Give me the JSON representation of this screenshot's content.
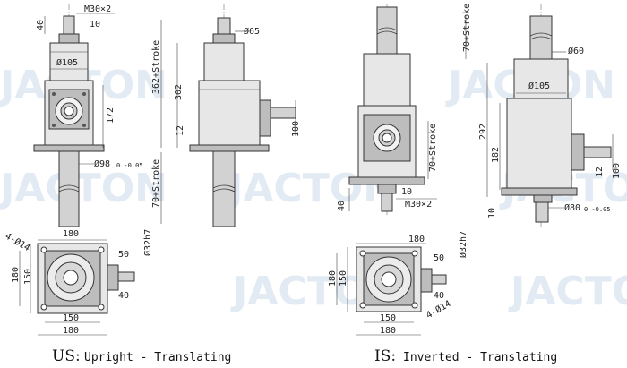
{
  "watermark": "JACTON",
  "captions": {
    "us": {
      "code": "US:",
      "text": "Upright - Translating"
    },
    "is": {
      "code": "IS:",
      "text": "Inverted - Translating"
    }
  },
  "dims": {
    "m30x2": "M30×2",
    "d40": "40",
    "d10": "10",
    "d105": "Ø105",
    "d172": "172",
    "d98": "Ø98",
    "d98tol": "0 -0.05",
    "d65": "Ø65",
    "d302": "302",
    "d362stroke": "362+Stroke",
    "d12": "12",
    "d100": "100",
    "d70stroke": "70+Stroke",
    "d60": "Ø60",
    "d292": "292",
    "d182": "182",
    "d80": "Ø80",
    "d80tol": "0 -0.05",
    "d180": "180",
    "d150": "150",
    "d50": "50",
    "d32h7": "Ø32h7",
    "holes": "4-Ø14"
  }
}
